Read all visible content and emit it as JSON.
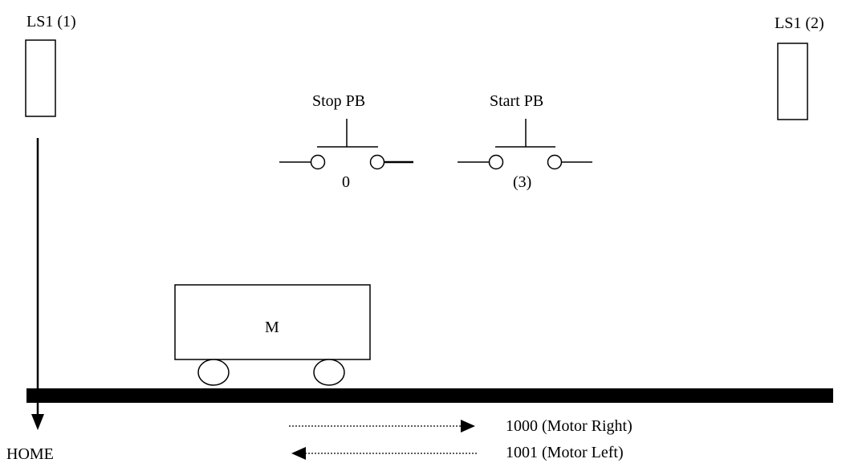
{
  "limit_switches": {
    "left_label": "LS1 (1)",
    "right_label": "LS1 (2)"
  },
  "push_buttons": {
    "stop_label": "Stop PB",
    "stop_address": "0",
    "start_label": "Start PB",
    "start_address": "(3)"
  },
  "cart": {
    "label": "M"
  },
  "home_label": "HOME",
  "motor_outputs": {
    "right_label": "1000 (Motor Right)",
    "left_label": "1001 (Motor Left)"
  },
  "colors": {
    "line": "#000000",
    "background": "#ffffff"
  }
}
